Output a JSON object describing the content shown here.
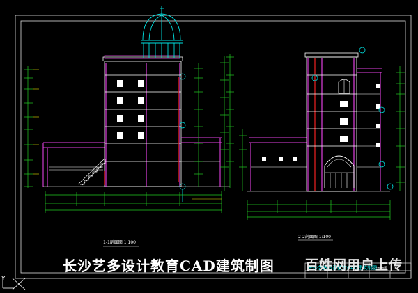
{
  "drawing": {
    "banner_text": "长沙艺多设计教育CAD建筑制图",
    "watermark_text": "百姓网用户上传",
    "section_1_label": "1-1剖面图  1:100",
    "section_2_label": "2-2剖面图  1:100",
    "title_block_text": "长沙艺多设计教育CAD建筑制图",
    "title_block_sheet": "2-2剖面图",
    "ucs_axis_label": "Y"
  },
  "colors": {
    "background": "#000000",
    "wall_magenta": "#e040e0",
    "outline_white": "#ffffff",
    "dimension_green": "#22cc22",
    "axis_cyan": "#00e0e0",
    "level_yellow": "#e8e000",
    "hatch_red": "#e02020"
  },
  "icons": {
    "ucs": "ucs-axis-icon"
  }
}
